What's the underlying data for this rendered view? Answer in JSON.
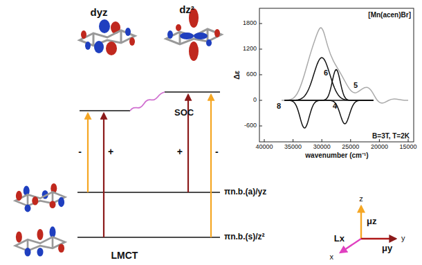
{
  "diagram": {
    "labels": [
      "dyz",
      "dz²",
      "SOC",
      "-",
      "+",
      "+",
      "-",
      "πn.b.(a)/yz",
      "πn.b.(s)/z²",
      "LMCT",
      "[Mn(acen)Br]",
      "1800",
      "1200",
      "600",
      "0",
      "-600",
      "40000",
      "35000",
      "30000",
      "25000",
      "20000",
      "15000",
      "wavenumber (cm⁻¹)",
      "Δε",
      "B=3T, T=2K",
      "6",
      "5",
      "8",
      "4",
      "z",
      "y",
      "x",
      "Lx",
      "μz",
      "μy"
    ]
  }
}
